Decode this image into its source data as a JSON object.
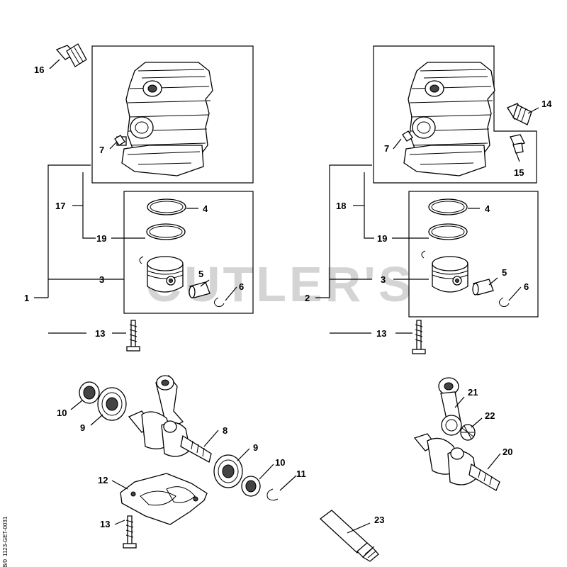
{
  "watermark": "CUTLER'S",
  "drawing_code": "1123-GET-0031",
  "drawing_code_suffix": "B/0",
  "callouts": {
    "l_16": "16",
    "l_7": "7",
    "l_17": "17",
    "l_19": "19",
    "l_4": "4",
    "l_3": "3",
    "l_5": "5",
    "l_6": "6",
    "l_1": "1",
    "l_13": "13",
    "r_14": "14",
    "r_15": "15",
    "r_7": "7",
    "r_18": "18",
    "r_19": "19",
    "r_4": "4",
    "r_3": "3",
    "r_5": "5",
    "r_6": "6",
    "r_2": "2",
    "r_13": "13",
    "c_10a": "10",
    "c_9a": "9",
    "c_8": "8",
    "c_9b": "9",
    "c_10b": "10",
    "c_11": "11",
    "c_12": "12",
    "c_13": "13",
    "k_21": "21",
    "k_22": "22",
    "k_20": "20",
    "t_23": "23"
  }
}
